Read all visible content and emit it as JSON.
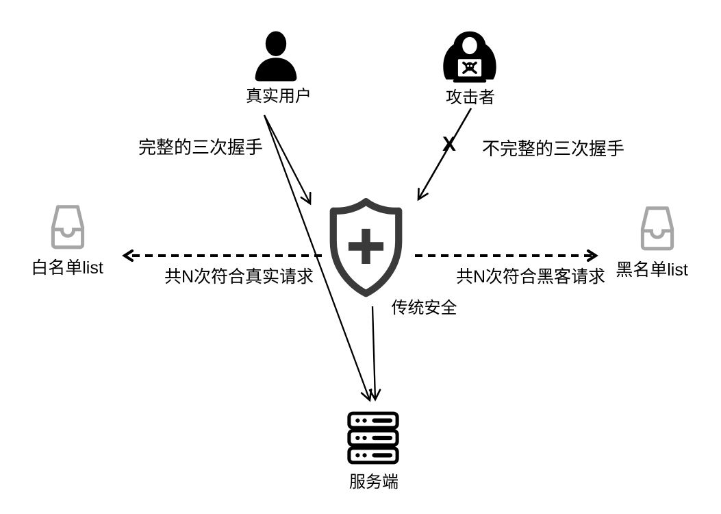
{
  "diagram": {
    "title_hint": "traditional security filtering diagram",
    "colors": {
      "primary": "#000000",
      "shield": "#3a3a3a",
      "tray": "#a6a6a6",
      "background": "#ffffff"
    },
    "nodes": {
      "user": {
        "label": "真实用户",
        "icon": "user-icon"
      },
      "attacker": {
        "label": "攻击者",
        "icon": "hacker-icon"
      },
      "shield": {
        "label": "传统安全",
        "icon": "shield-plus-icon"
      },
      "whitelist": {
        "label": "白名单list",
        "icon": "inbox-tray-icon"
      },
      "blacklist": {
        "label": "黑名单list",
        "icon": "inbox-tray-icon"
      },
      "server": {
        "label": "服务端",
        "icon": "server-icon"
      }
    },
    "edges": {
      "user_to_shield": {
        "label": "完整的三次握手",
        "style": "solid-arrow"
      },
      "attacker_to_shield": {
        "label": "不完整的三次握手",
        "style": "solid-arrow",
        "blocked_mark": "X"
      },
      "user_to_server": {
        "label": "",
        "style": "solid-arrow"
      },
      "shield_to_server": {
        "label": "",
        "style": "solid-arrow"
      },
      "shield_to_whitelist": {
        "label": "共N次符合真实请求",
        "style": "dashed-arrow"
      },
      "shield_to_blacklist": {
        "label": "共N次符合黑客请求",
        "style": "dashed-arrow"
      }
    }
  }
}
